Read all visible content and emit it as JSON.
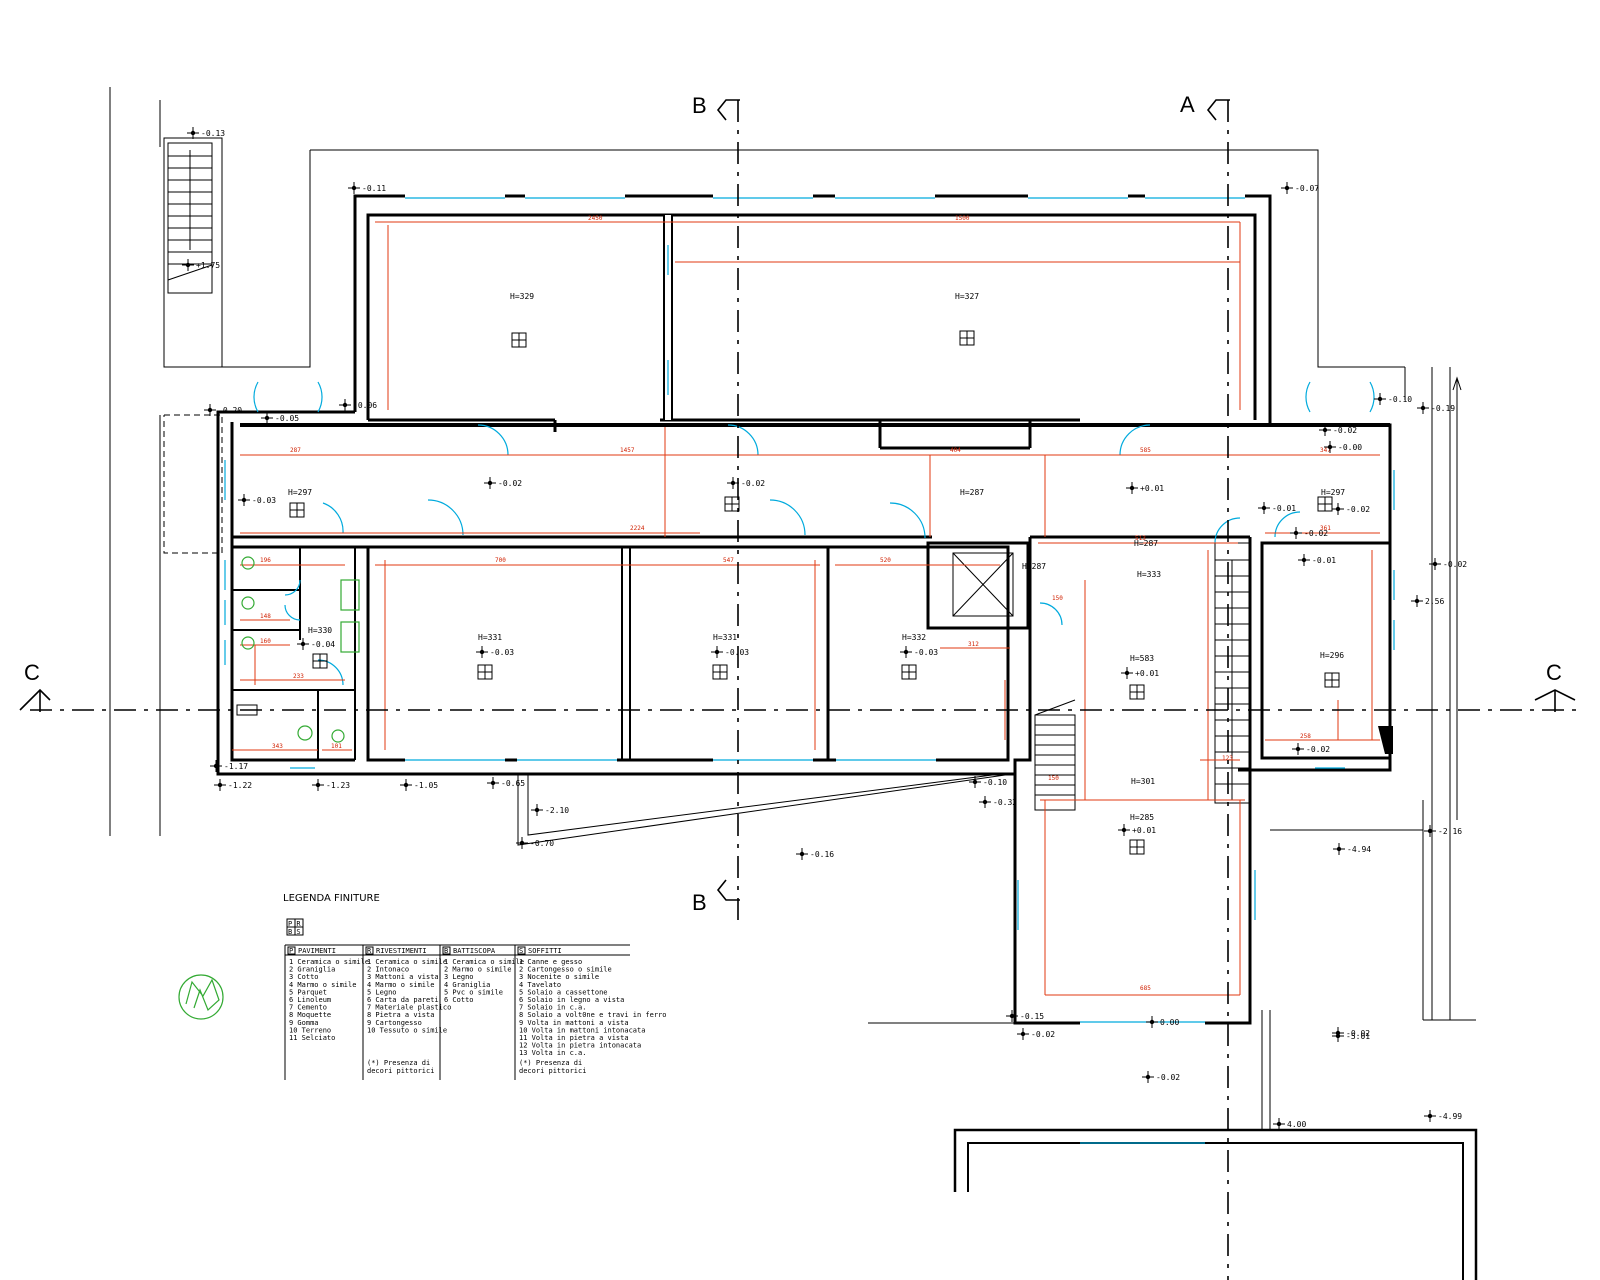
{
  "sections": {
    "b_top": "B",
    "b_bottom": "B",
    "a_top": "A",
    "c_left": "C",
    "c_right": "C"
  },
  "levels": [
    {
      "id": "l1",
      "text": "-0.13"
    },
    {
      "id": "l2",
      "text": "+1.75"
    },
    {
      "id": "l3",
      "text": "-0.11"
    },
    {
      "id": "l4",
      "text": "-0.07"
    },
    {
      "id": "l5",
      "text": "-0.20"
    },
    {
      "id": "l6",
      "text": "-0.06"
    },
    {
      "id": "l7",
      "text": "-0.05"
    },
    {
      "id": "l8",
      "text": "-0.03"
    },
    {
      "id": "l9",
      "text": "-0.02"
    },
    {
      "id": "l10",
      "text": "-0.02"
    },
    {
      "id": "l11",
      "text": "+0.01"
    },
    {
      "id": "l12",
      "text": "-0.01"
    },
    {
      "id": "l13",
      "text": "-0.02"
    },
    {
      "id": "l14",
      "text": "-0.01"
    },
    {
      "id": "l15",
      "text": "-0.10"
    },
    {
      "id": "l16",
      "text": "-0.19"
    },
    {
      "id": "l17",
      "text": "-0.02"
    },
    {
      "id": "l18",
      "text": "-0.02"
    },
    {
      "id": "l19",
      "text": "-0.00"
    },
    {
      "id": "l20",
      "text": "-0.02"
    },
    {
      "id": "l21",
      "text": "-0.04"
    },
    {
      "id": "l22",
      "text": "-0.03"
    },
    {
      "id": "l23",
      "text": "-0.03"
    },
    {
      "id": "l24",
      "text": "-0.03"
    },
    {
      "id": "l25",
      "text": "+0.01"
    },
    {
      "id": "l26",
      "text": "-0.02"
    },
    {
      "id": "l27",
      "text": "-1.17"
    },
    {
      "id": "l28",
      "text": "-1.22"
    },
    {
      "id": "l29",
      "text": "-1.23"
    },
    {
      "id": "l30",
      "text": "-1.05"
    },
    {
      "id": "l31",
      "text": "-0.65"
    },
    {
      "id": "l32",
      "text": "-2.10"
    },
    {
      "id": "l33",
      "text": "-0.70"
    },
    {
      "id": "l34",
      "text": "-0.16"
    },
    {
      "id": "l35",
      "text": "-0.10"
    },
    {
      "id": "l36",
      "text": "-0.32"
    },
    {
      "id": "l37",
      "text": "+0.01"
    },
    {
      "id": "l38",
      "text": "-4.94"
    },
    {
      "id": "l39",
      "text": "-2.16"
    },
    {
      "id": "l40",
      "text": "-0.15"
    },
    {
      "id": "l41",
      "text": "-0.02"
    },
    {
      "id": "l42",
      "text": "0.00"
    },
    {
      "id": "l43",
      "text": "-5.01"
    },
    {
      "id": "l44",
      "text": "-0.02"
    },
    {
      "id": "l45",
      "text": "-4.99"
    },
    {
      "id": "l46",
      "text": "4.00"
    },
    {
      "id": "l47",
      "text": "-0.02"
    },
    {
      "id": "l48",
      "text": "2.56"
    }
  ],
  "heights": [
    {
      "id": "h1",
      "text": "H=329"
    },
    {
      "id": "h2",
      "text": "H=327"
    },
    {
      "id": "h3",
      "text": "H=297"
    },
    {
      "id": "h4",
      "text": "H=297"
    },
    {
      "id": "h5",
      "text": "H=287"
    },
    {
      "id": "h6",
      "text": "H=330"
    },
    {
      "id": "h7",
      "text": "H=331"
    },
    {
      "id": "h8",
      "text": "H=331"
    },
    {
      "id": "h9",
      "text": "H=332"
    },
    {
      "id": "h10",
      "text": "H=287"
    },
    {
      "id": "h11",
      "text": "H=287"
    },
    {
      "id": "h12",
      "text": "H=333"
    },
    {
      "id": "h13",
      "text": "H=583"
    },
    {
      "id": "h14",
      "text": "H=296"
    },
    {
      "id": "h15",
      "text": "H=301"
    },
    {
      "id": "h16",
      "text": "H=285"
    }
  ],
  "legend": {
    "title": "LEGENDA  FINITURE",
    "key_top": "P R",
    "key_bottom": "B S",
    "columns": [
      {
        "letter": "P",
        "heading": "PAVIMENTI",
        "items": [
          "1  Ceramica  o  simile",
          "2  Graniglia",
          "3  Cotto",
          "4  Marmo  o  simile",
          "5  Parquet",
          "6  Linoleum",
          "7  Cemento",
          "8  Moquette",
          "9  Gomma",
          "10  Terreno",
          "11  Selciato"
        ],
        "note": ""
      },
      {
        "letter": "R",
        "heading": "RIVESTIMENTI",
        "items": [
          "1  Ceramica  o  simile",
          "2  Intonaco",
          "3  Mattoni  a  vista",
          "4  Marmo  o  simile",
          "5  Legno",
          "6  Carta  da  pareti",
          "7  Materiale  plastico",
          "8  Pietra  a  vista",
          "9  Cartongesso",
          "10  Tessuto  o  simile"
        ],
        "note": "(*)  Presenza  di\n      decori  pittorici"
      },
      {
        "letter": "B",
        "heading": "BATTISCOPA",
        "items": [
          "1  Ceramica  o  simile",
          "2  Marmo  o  simile",
          "3  Legno",
          "4  Graniglia",
          "5  Pvc  o  simile",
          "6  Cotto"
        ],
        "note": ""
      },
      {
        "letter": "S",
        "heading": "SOFFITTI",
        "items": [
          "1  Canne  e  gesso",
          "2  Cartongesso  o  simile",
          "3  Nocenite  o  simile",
          "4  Tavelato",
          "5  Solaio  a  cassettone",
          "6  Solaio  in  legno  a  vista",
          "7  Solaio  in  c.a.",
          "8  Solaio  a  volt0ne  e  travi  in  ferro",
          "9  Volta  in  mattoni  a  vista",
          "10  Volta  in  mattoni  intonacata",
          "11  Volta  in  pietra  a  vista",
          "12  Volta  in  pietra  intonacata",
          "13  Volta  in  c.a."
        ],
        "note": "(*)  Presenza  di\n      decori  pittorici"
      }
    ]
  }
}
